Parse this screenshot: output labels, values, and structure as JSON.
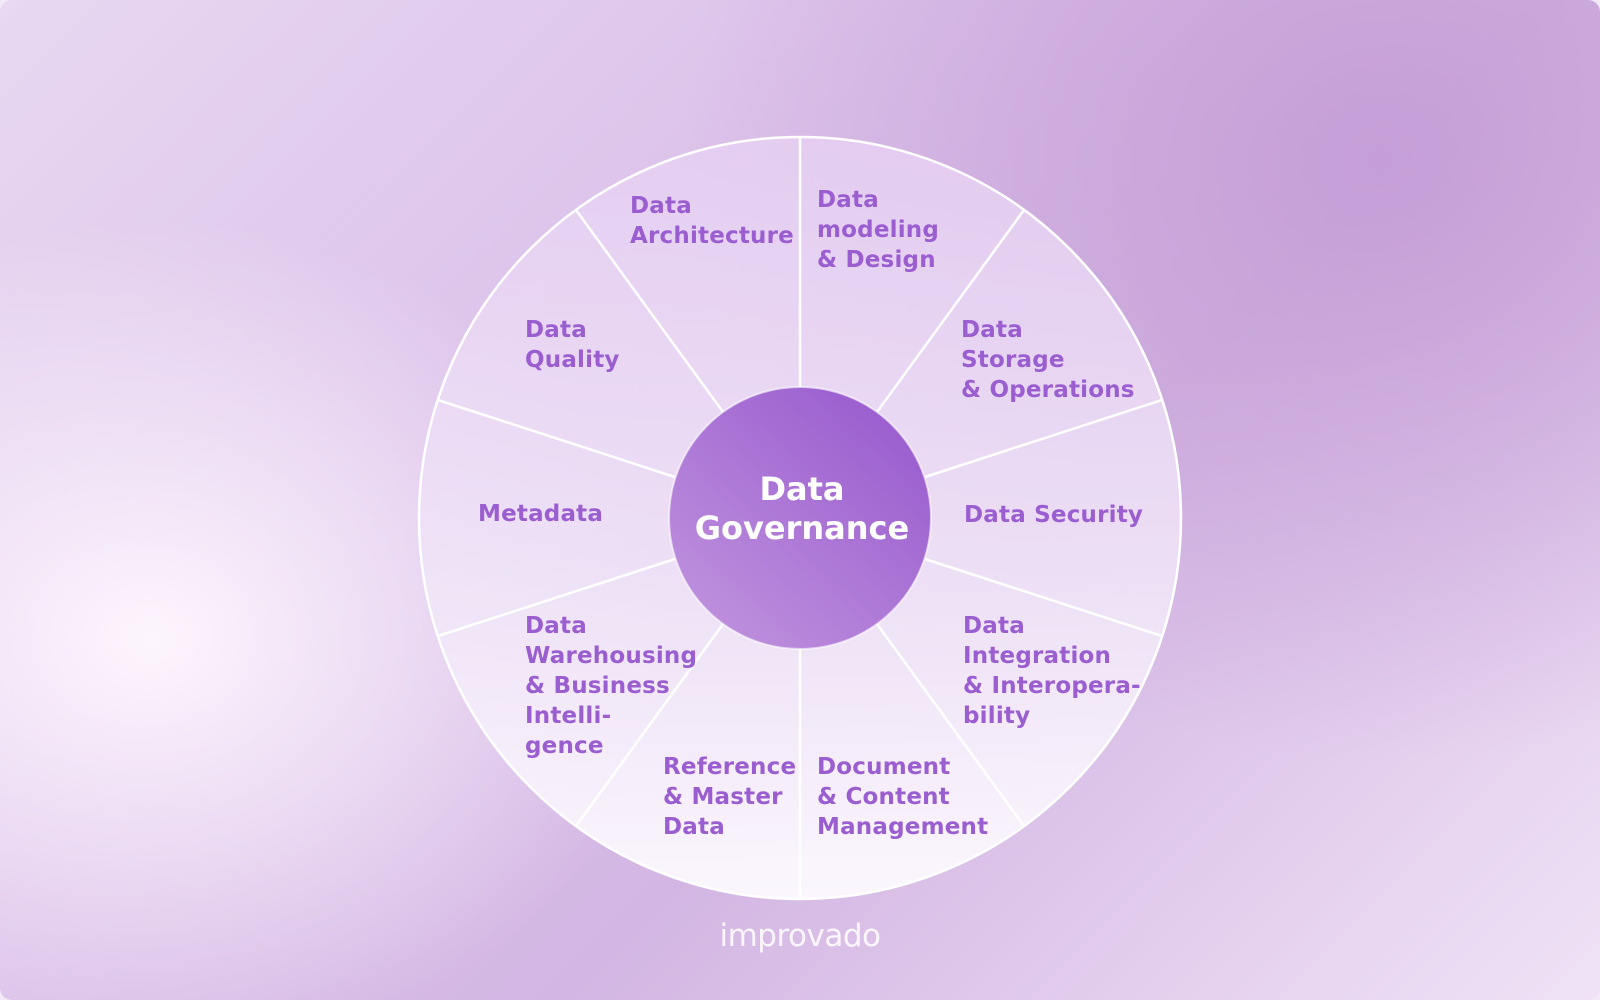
{
  "diagram": {
    "center_label": "Data\nGovernance",
    "segments": [
      {
        "key": "architecture",
        "label": "Data\nArchitecture"
      },
      {
        "key": "modeling",
        "label": "Data\nmodeling\n& Design"
      },
      {
        "key": "storage",
        "label": "Data\nStorage\n& Operations"
      },
      {
        "key": "security",
        "label": "Data Security"
      },
      {
        "key": "integration",
        "label": "Data\nIntegration\n& Interopera-\nbility"
      },
      {
        "key": "document",
        "label": "Document\n& Content\nManagement"
      },
      {
        "key": "reference",
        "label": "Reference\n& Master\nData"
      },
      {
        "key": "warehousing",
        "label": "Data\nWarehousing\n& Business\nIntelli-\ngence"
      },
      {
        "key": "metadata",
        "label": "Metadata"
      },
      {
        "key": "quality",
        "label": "Data\nQuality"
      }
    ]
  },
  "brand": {
    "logo_text": "improvado"
  },
  "colors": {
    "label": "#9a5ed0",
    "core_start": "#b98ad9",
    "core_end": "#9a5ecf",
    "divider": "#ffffff"
  }
}
